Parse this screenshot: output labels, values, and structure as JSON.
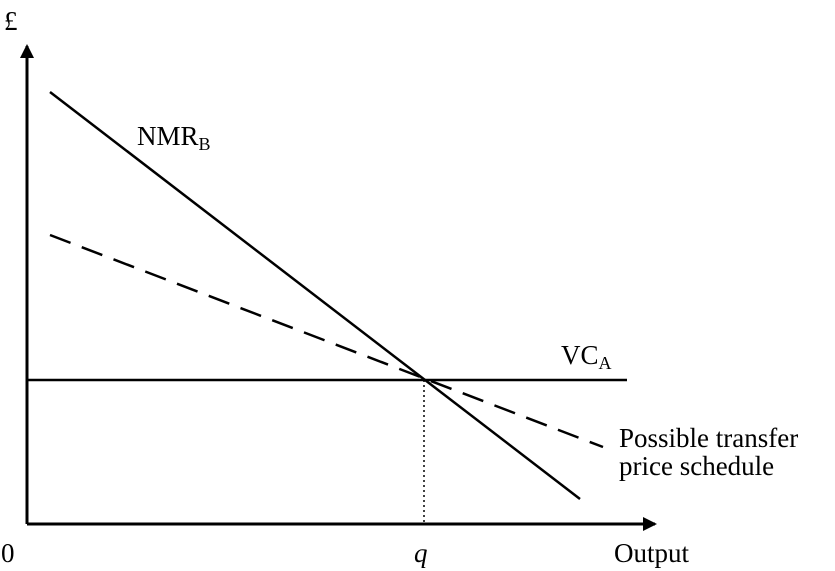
{
  "labels": {
    "y_axis": "£",
    "origin": "0",
    "x_axis": "Output",
    "q_tick": "q",
    "nmr_main": "NMR",
    "nmr_sub": "B",
    "vc_main": "VC",
    "vc_sub": "A",
    "transfer_line1": "Possible transfer",
    "transfer_line2": "price schedule"
  },
  "colors": {
    "ink": "#000000",
    "background": "#ffffff"
  }
}
